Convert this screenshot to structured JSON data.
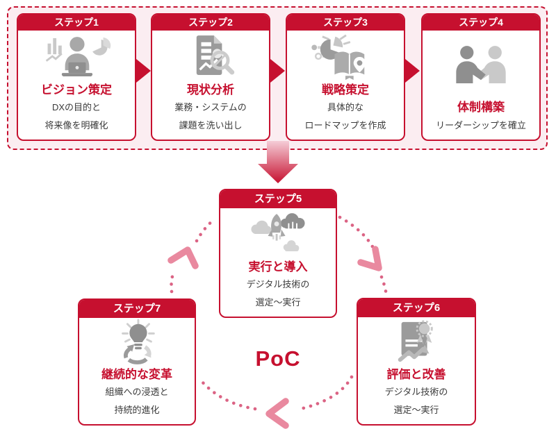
{
  "colors": {
    "accent_red": "#C6102F",
    "panel_pink": "#FBEDF1",
    "dot_pink": "#DB6384",
    "chevron_pink": "#E9899F",
    "icon_gray_dark": "#8F8F8F",
    "icon_gray_mid": "#A8A8A8",
    "icon_gray_light": "#C9C9C9",
    "text_dark": "#3A3A3A"
  },
  "top_steps": [
    {
      "badge": "ステップ1",
      "title": "ビジョン策定",
      "desc1": "DXの目的と",
      "desc2": "将来像を明確化",
      "icon": "person-analytics-icon"
    },
    {
      "badge": "ステップ2",
      "title": "現状分析",
      "desc1": "業務・システムの",
      "desc2": "課題を洗い出し",
      "icon": "document-search-icon"
    },
    {
      "badge": "ステップ3",
      "title": "戦略策定",
      "desc1": "具体的な",
      "desc2": "ロードマップを作成",
      "icon": "strategy-roadmap-icon"
    },
    {
      "badge": "ステップ4",
      "title": "体制構築",
      "desc1": "リーダーシップを確立",
      "desc2": "",
      "icon": "handshake-icon"
    }
  ],
  "cycle_steps": [
    {
      "badge": "ステップ5",
      "title": "実行と導入",
      "desc1": "デジタル技術の",
      "desc2": "選定〜実行",
      "icon": "rocket-launch-icon"
    },
    {
      "badge": "ステップ6",
      "title": "評価と改善",
      "desc1": "デジタル技術の",
      "desc2": "選定〜実行",
      "icon": "certificate-icon"
    },
    {
      "badge": "ステップ7",
      "title": "継続的な変革",
      "desc1": "組織への浸透と",
      "desc2": "持続的進化",
      "icon": "lightbulb-cycle-icon"
    }
  ],
  "center_label": "PoC"
}
